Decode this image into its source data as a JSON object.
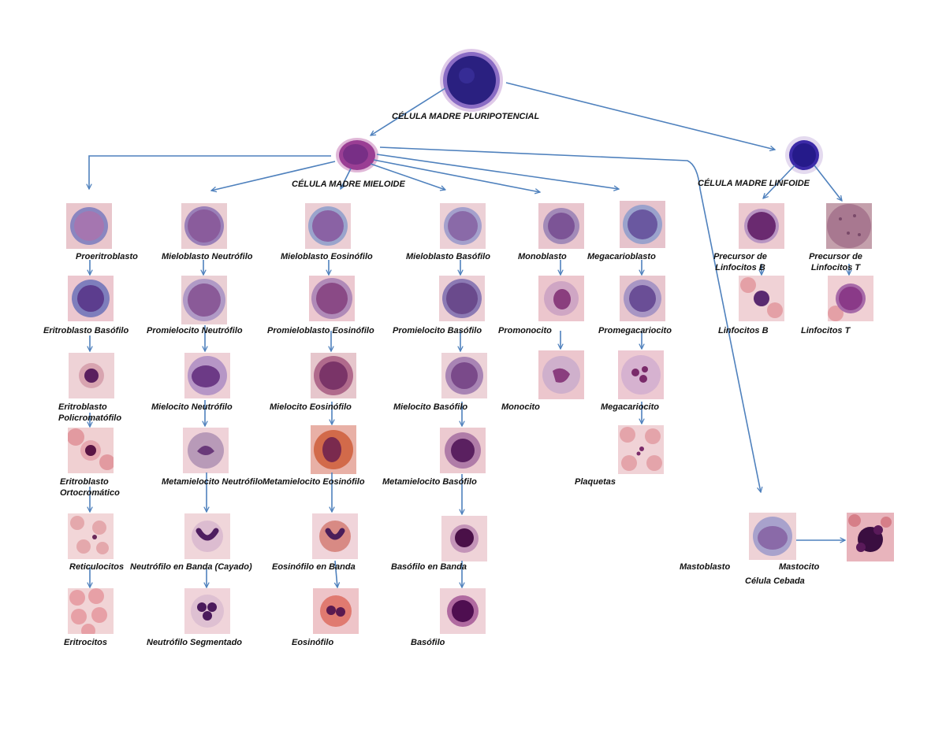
{
  "stem_cells": {
    "pluripotent": "CÉLULA MADRE PLURIPOTENCIAL",
    "myeloid": "CÉLULA MADRE MIELOIDE",
    "lymphoid": "CÉLULA MADRE LINFOIDE"
  },
  "erythroid": [
    "Proeritroblasto",
    "Eritroblasto Basófilo",
    "Eritroblasto\nPolicromatófilo",
    "Eritroblasto\nOrtocromático",
    "Reticulocitos",
    "Eritrocitos"
  ],
  "neutrophil": [
    "Mieloblasto Neutrófilo",
    "Promielocito Neutrófilo",
    "Mielocito Neutrófilo",
    "Metamielocito Neutrófilo",
    "Neutrófilo en Banda (Cayado)",
    "Neutrófilo Segmentado"
  ],
  "eosinophil": [
    "Mieloblasto Eosinófilo",
    "Promieloblasto Eosinófilo",
    "Mielocito Eosinófilo",
    "Metamielocito Eosinófilo",
    "Eosinófilo en Banda",
    "Eosinófilo"
  ],
  "basophil": [
    "Mieloblasto Basófilo",
    "Promielocito Basófilo",
    "Mielocito Basófilo",
    "Metamielocito Basófilo",
    "Basófilo en Banda",
    "Basófilo"
  ],
  "monocyte": [
    "Monoblasto",
    "Promonocito",
    "Monocito"
  ],
  "megakaryocyte": [
    "Megacarioblasto",
    "Promegacariocito",
    "Megacariocito",
    "Plaquetas"
  ],
  "lymphoid": {
    "precursor_b": "Precursor de\nLinfocitos B",
    "precursor_t": "Precursor de\nLinfocitos T",
    "b": "Linfocitos B",
    "t": "Linfocitos T"
  },
  "mast": {
    "mastoblast": "Mastoblasto",
    "mastocyte": "Mastocito",
    "mastocyte_alt": "Célula Cebada"
  },
  "colors": {
    "arrow": "#4f81bd",
    "background": "#ffffff",
    "stain_bg": "#e8c4cc",
    "nucleus": "#2a2080"
  }
}
